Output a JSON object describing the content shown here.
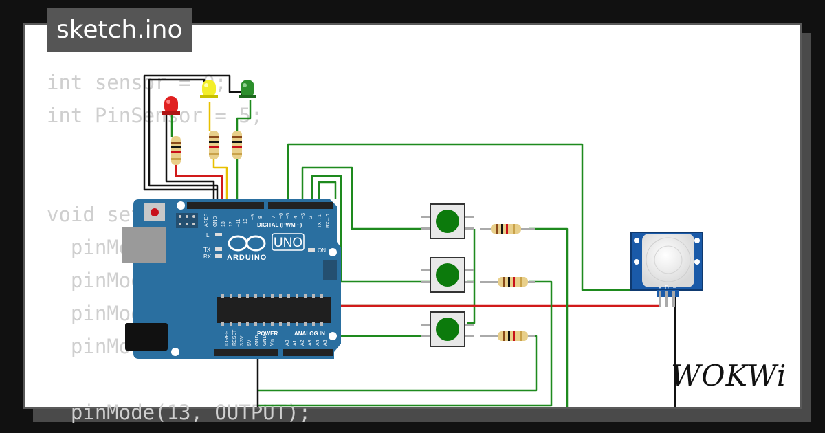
{
  "title_tab": "sketch.ino",
  "code_lines": [
    "int sensor = 0;",
    "int PinSensor = 5;",
    "",
    "",
    "void setup() {",
    "  pinMode",
    "  pinMode",
    "  pinMode",
    "  pinMode",
    "",
    "  pinMode(13, OUTPUT);"
  ],
  "board": {
    "name_badge": "UNO",
    "brand": "ARDUINO",
    "digital_label": "DIGITAL (PWM ~)",
    "analog_label": "ANALOG IN",
    "power_label": "POWER",
    "on_label": "ON",
    "led_l": "L",
    "led_tx": "TX",
    "led_rx": "RX",
    "top_pins": [
      "AREF",
      "GND",
      "13",
      "12",
      "~11",
      "~10",
      "~9",
      "8"
    ],
    "top_pins_right": [
      "7",
      "~6",
      "~5",
      "4",
      "~3",
      "2",
      "TX→1",
      "RX←0"
    ],
    "bottom_power_pins": [
      "IOREF",
      "RESET",
      "3.3V",
      "5V",
      "GND",
      "GND",
      "Vin"
    ],
    "bottom_analog_pins": [
      "A0",
      "A1",
      "A2",
      "A3",
      "A4",
      "A5"
    ]
  },
  "pir": {
    "pins": [
      "+",
      "D",
      "−"
    ]
  },
  "logo": "WOKWi",
  "colors": {
    "board": "#2a6fa0",
    "wire_green": "#1e8a1e",
    "wire_black": "#111111",
    "wire_red": "#d11a1a",
    "wire_yellow": "#e8c000",
    "button": "#0c7a0c"
  }
}
